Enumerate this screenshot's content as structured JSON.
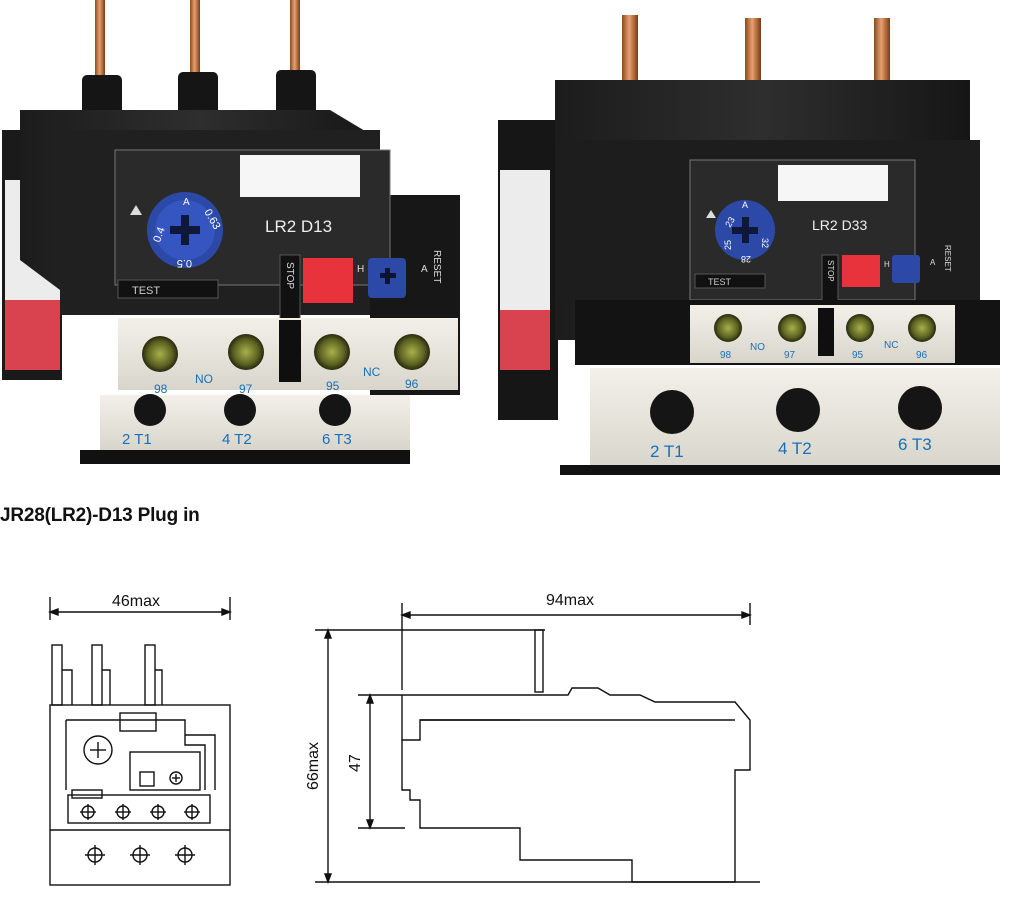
{
  "caption": "JR28(LR2)-D13 Plug in",
  "relay_left": {
    "model": "LR2 D13",
    "dial_marks": [
      "0.4",
      "0.63",
      "0.5"
    ],
    "dial_letter": "A",
    "test_label": "TEST",
    "stop_label": "STOP",
    "reset_label": "RESET",
    "h_label": "H",
    "a_label": "A",
    "aux_terminals": [
      "98",
      "NO",
      "97",
      "95",
      "NC",
      "96"
    ],
    "main_terminals": [
      "2 T1",
      "4 T2",
      "6 T3"
    ]
  },
  "relay_right": {
    "model": "LR2 D33",
    "dial_marks": [
      "23",
      "25",
      "32",
      "28"
    ],
    "dial_letter": "A",
    "test_label": "TEST",
    "stop_label": "STOP",
    "reset_label": "RESET",
    "h_label": "H",
    "a_label": "A",
    "aux_terminals": [
      "98",
      "NO",
      "97",
      "95",
      "NC",
      "96"
    ],
    "main_terminals": [
      "2 T1",
      "4 T2",
      "6 T3"
    ]
  },
  "drawing_front": {
    "width_label": "46max"
  },
  "drawing_side": {
    "width_label": "94max",
    "height_label": "66max",
    "inner_height_label": "47"
  }
}
